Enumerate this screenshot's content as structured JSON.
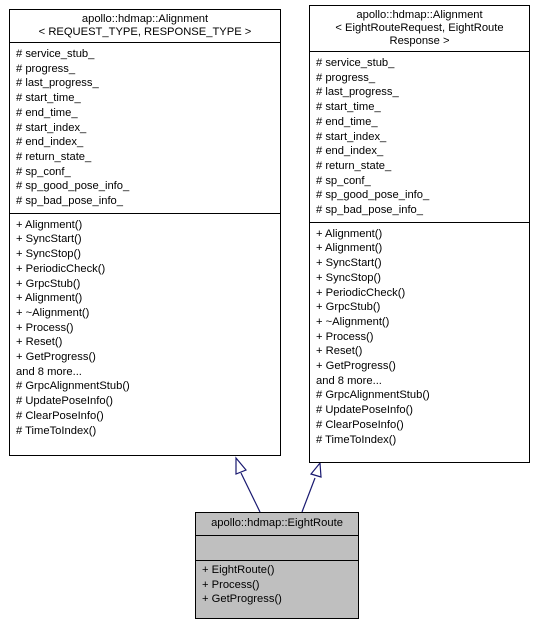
{
  "left_class": {
    "title_lines": [
      "apollo::hdmap::Alignment",
      "< REQUEST_TYPE, RESPONSE_TYPE >"
    ],
    "attributes": [
      "# service_stub_",
      "# progress_",
      "# last_progress_",
      "# start_time_",
      "# end_time_",
      "# start_index_",
      "# end_index_",
      "# return_state_",
      "# sp_conf_",
      "# sp_good_pose_info_",
      "# sp_bad_pose_info_"
    ],
    "operations": [
      "+ Alignment()",
      "+ SyncStart()",
      "+ SyncStop()",
      "+ PeriodicCheck()",
      "+ GrpcStub()",
      "+ Alignment()",
      "+ ~Alignment()",
      "+ Process()",
      "+ Reset()",
      "+ GetProgress()",
      "and 8 more...",
      "# GrpcAlignmentStub()",
      "# UpdatePoseInfo()",
      "# ClearPoseInfo()",
      "# TimeToIndex()"
    ]
  },
  "right_class": {
    "title_lines": [
      "apollo::hdmap::Alignment",
      "< EightRouteRequest, EightRoute",
      "Response >"
    ],
    "attributes": [
      "# service_stub_",
      "# progress_",
      "# last_progress_",
      "# start_time_",
      "# end_time_",
      "# start_index_",
      "# end_index_",
      "# return_state_",
      "# sp_conf_",
      "# sp_good_pose_info_",
      "# sp_bad_pose_info_"
    ],
    "operations": [
      "+ Alignment()",
      "+ Alignment()",
      "+ SyncStart()",
      "+ SyncStop()",
      "+ PeriodicCheck()",
      "+ GrpcStub()",
      "+ ~Alignment()",
      "+ Process()",
      "+ Reset()",
      "+ GetProgress()",
      "and 8 more...",
      "# GrpcAlignmentStub()",
      "# UpdatePoseInfo()",
      "# ClearPoseInfo()",
      "# TimeToIndex()"
    ]
  },
  "bottom_class": {
    "title_lines": [
      "apollo::hdmap::EightRoute"
    ],
    "attributes": [],
    "operations": [
      "+ EightRoute()",
      "+ Process()",
      "+ GetProgress()"
    ],
    "fill_color": "#bfbfbf"
  }
}
